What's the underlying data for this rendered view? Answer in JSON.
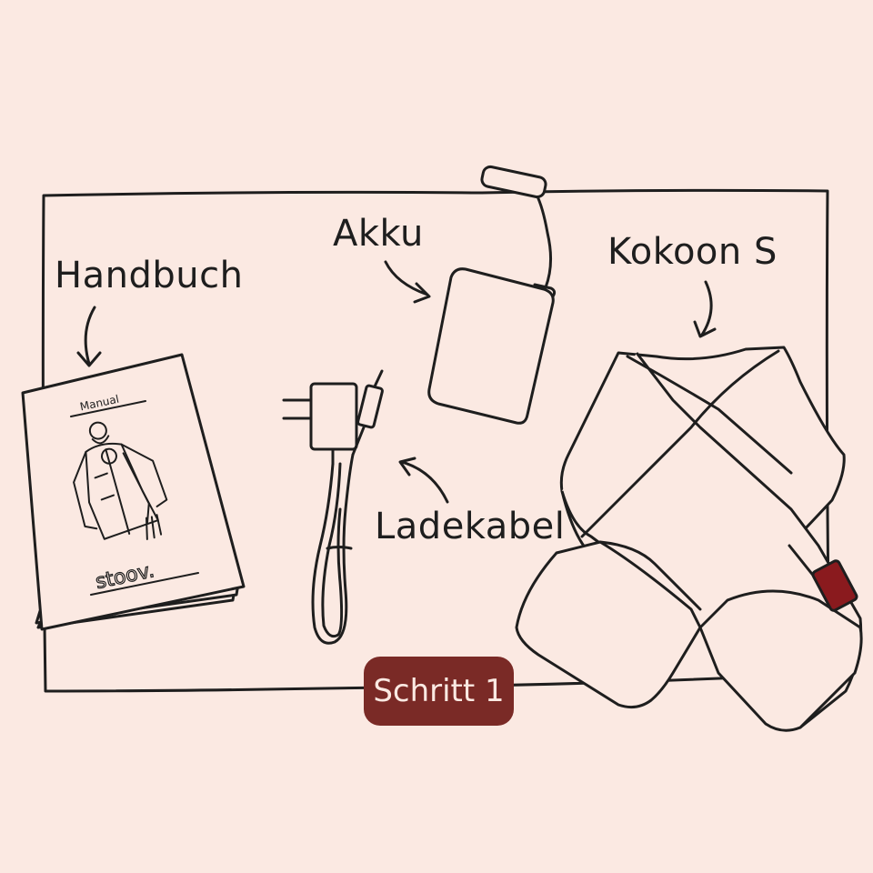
{
  "labels": {
    "handbuch": "Handbuch",
    "akku": "Akku",
    "kokoon": "Kokoon S",
    "ladekabel": "Ladekabel"
  },
  "manual": {
    "title": "Manual",
    "brand": "stoov."
  },
  "step_badge": "Schritt 1",
  "colors": {
    "background": "#fbe9e2",
    "ink": "#1e1e1e",
    "badge": "#7a2a26",
    "tag": "#8a1a1e"
  }
}
